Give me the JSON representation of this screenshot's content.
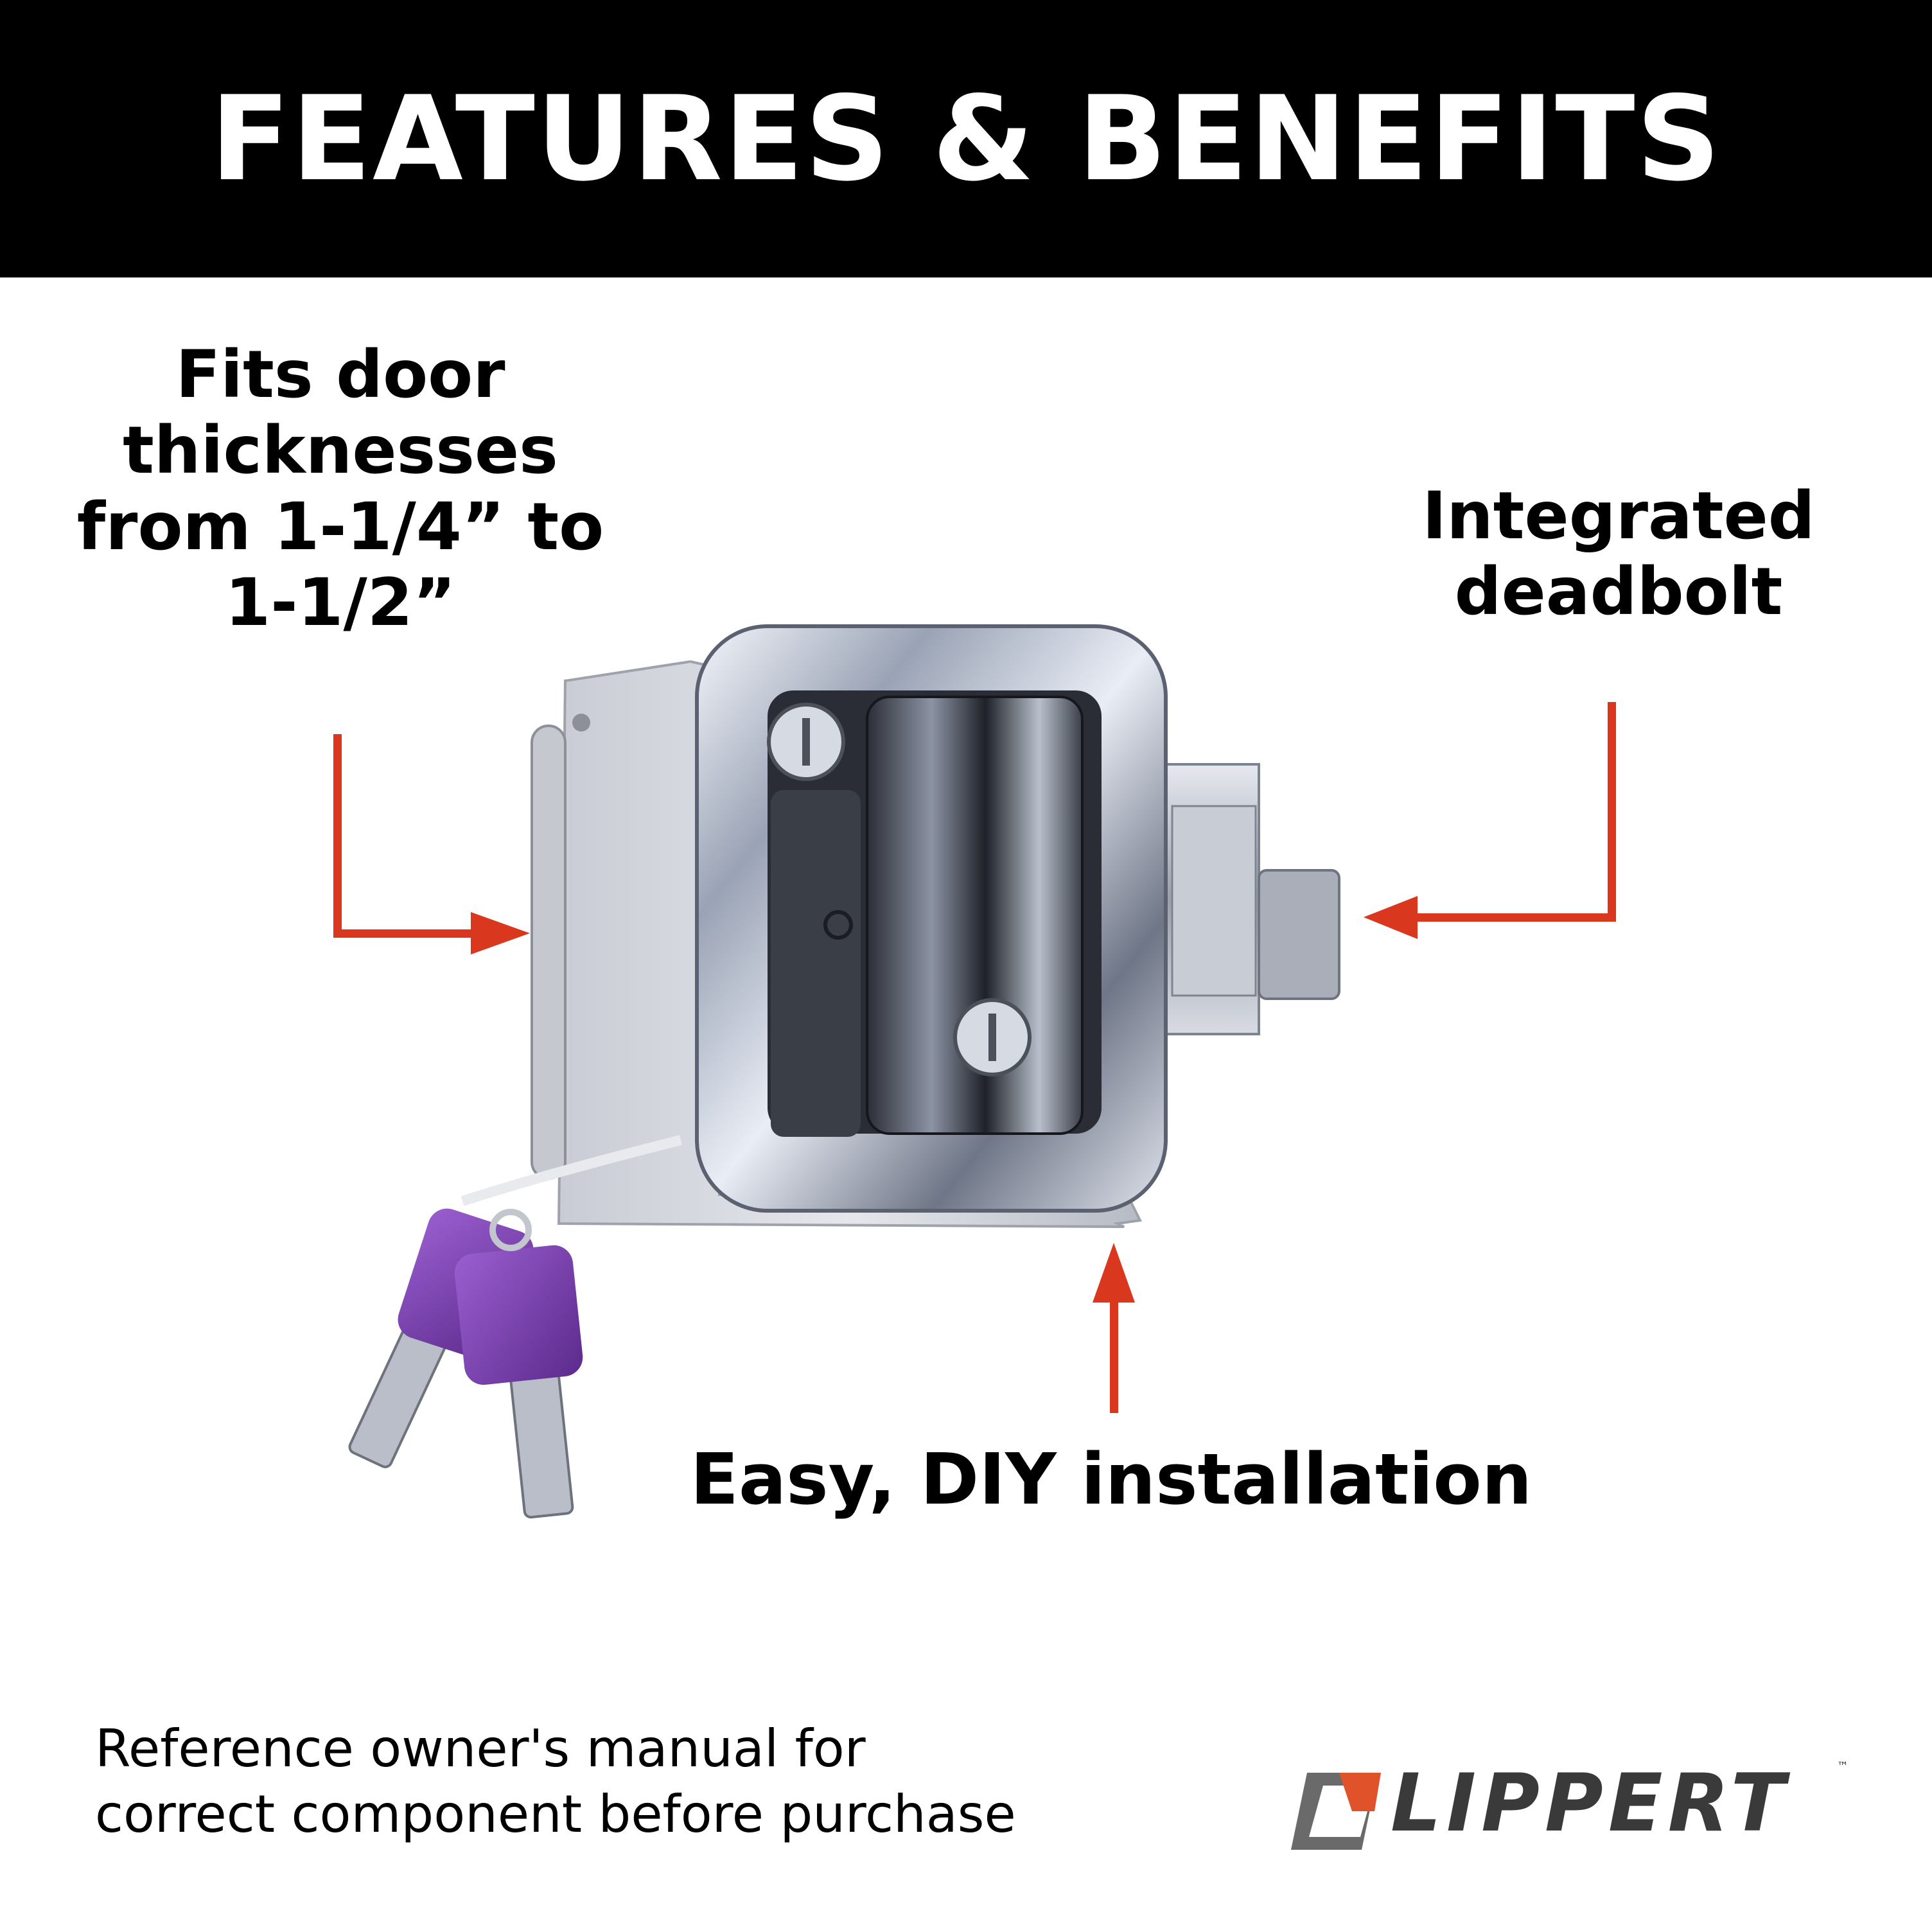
{
  "header": {
    "title": "FEATURES & BENEFITS"
  },
  "callouts": {
    "door_thickness": "Fits door\nthicknesses\nfrom 1-1/4” to\n1-1/2”",
    "deadbolt": "Integrated\ndeadbolt",
    "installation": "Easy, DIY installation"
  },
  "footer": {
    "note": "Reference owner's manual for\ncorrect component before purchase"
  },
  "logo": {
    "wordmark": "LIPPERT",
    "tm": "™"
  },
  "colors": {
    "header_bg": "#000000",
    "header_text": "#ffffff",
    "arrow": "#d9381e",
    "logo_orange": "#e0532a",
    "logo_gray": "#6a6a6a",
    "key_purple": "#7b3fb0"
  },
  "icons": [
    "arrow-right-icon",
    "arrow-left-icon",
    "arrow-up-icon",
    "lippert-logo-icon"
  ]
}
